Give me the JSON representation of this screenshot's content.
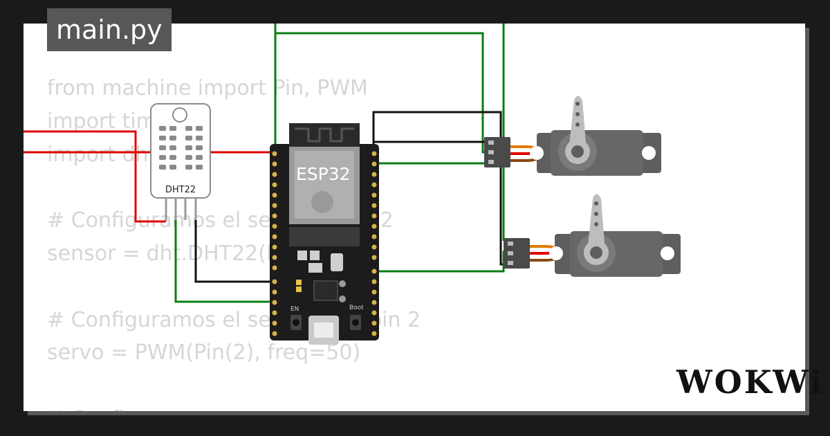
{
  "editor": {
    "tab_label": "main.py",
    "code_lines": [
      "from machine import Pin, PWM",
      "import time",
      "import dht",
      "",
      "# Configuramos el sensor DHT22",
      "sensor = dht.DHT22(Pin(",
      "",
      "# Configuramos el servo en el pin 2",
      "servo = PWM(Pin(2), freq=50)",
      "",
      "# Configuramos"
    ]
  },
  "components": {
    "esp32_label": "ESP32",
    "dht_label": "DHT22",
    "en_label": "EN",
    "boot_label": "Boot"
  },
  "brand": {
    "logo_text": "WOKWi"
  },
  "colors": {
    "wire_green": "#0a7d12",
    "wire_red": "#e00000",
    "wire_black": "#111111",
    "board": "#1c1c1c",
    "servo_body": "#5e5e5e",
    "servo_horn": "#bdbdbd"
  }
}
